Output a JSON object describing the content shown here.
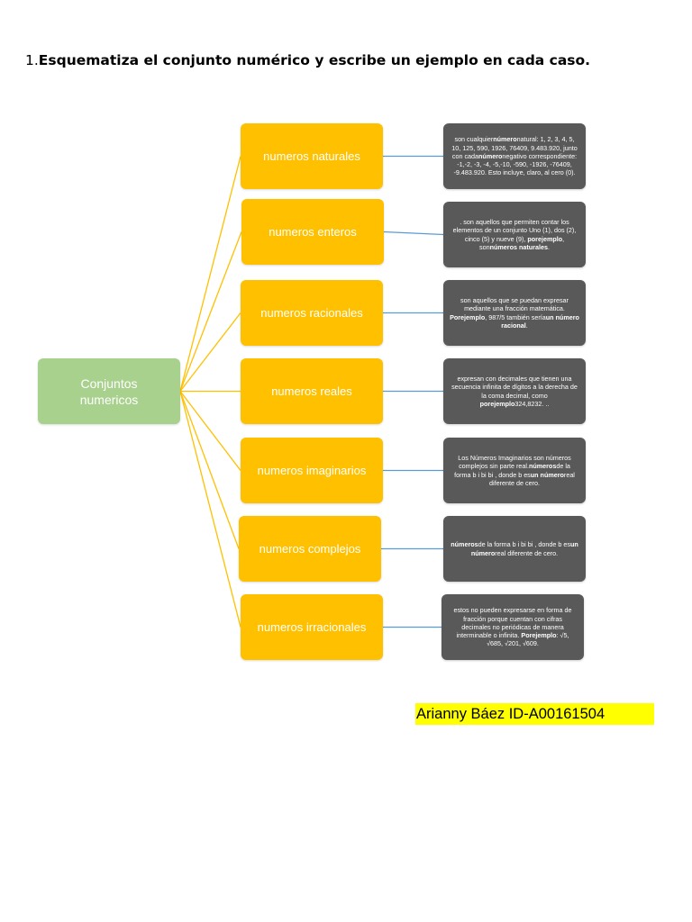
{
  "heading": {
    "number": "1.",
    "text": "Esquematiza el conjunto numérico y escribe un ejemplo en cada caso."
  },
  "root": {
    "label": "Conjuntos numericos"
  },
  "nodes": [
    {
      "label": "numeros naturales",
      "desc": [
        {
          "t": "son cualquier"
        },
        {
          "t": "número",
          "b": true
        },
        {
          "t": "natural: 1, 2, 3, 4, 5, 10, 125, 590, 1926, 76409, 9.483.920, junto con cada"
        },
        {
          "t": "número",
          "b": true
        },
        {
          "t": "negativo correspondiente: -1,-2, -3, -4, -5,-10, -590, -1926, -76409, -9.483.920. Esto incluye, claro, al cero (0)."
        }
      ]
    },
    {
      "label": "numeros enteros",
      "desc": [
        {
          "t": ". son aquellos que permiten contar los elementos de un conjunto Uno (1), dos (2), cinco (5) y nueve (9), "
        },
        {
          "t": "porejemplo",
          "b": true
        },
        {
          "t": ", son"
        },
        {
          "t": "números naturales",
          "b": true
        },
        {
          "t": "."
        }
      ]
    },
    {
      "label": "numeros racionales",
      "desc": [
        {
          "t": "son aquellos que se puedan expresar mediante una fracción matemática. "
        },
        {
          "t": "Porejemplo",
          "b": true
        },
        {
          "t": ", 987/5 también sería"
        },
        {
          "t": "un número racional",
          "b": true
        },
        {
          "t": "."
        }
      ]
    },
    {
      "label": "numeros reales",
      "desc": [
        {
          "t": "expresan con decimales que tienen una secuencia infinita de dígitos a la derecha de la coma decimal, como "
        },
        {
          "t": "porejemplo",
          "b": true
        },
        {
          "t": "324,8232. .."
        }
      ]
    },
    {
      "label": "numeros imaginarios",
      "desc": [
        {
          "t": "Los Números Imaginarios son números complejos sin parte real."
        },
        {
          "t": "números",
          "b": true
        },
        {
          "t": "de la forma b i bi bi , donde b es"
        },
        {
          "t": "un número",
          "b": true
        },
        {
          "t": "real diferente de cero."
        }
      ]
    },
    {
      "label": "numeros complejos",
      "desc": [
        {
          "t": "números",
          "b": true
        },
        {
          "t": "de la forma b i bi bi , donde b es"
        },
        {
          "t": "un número",
          "b": true
        },
        {
          "t": "real diferente de cero."
        }
      ]
    },
    {
      "label": "numeros irracionales",
      "desc": [
        {
          "t": "estos no pueden expresarse en forma de fracción porque cuentan con cifras decimales no periódicas de manera interminable o infinita. "
        },
        {
          "t": "Porejemplo",
          "b": true
        },
        {
          "t": ": √5, √685, √201, √609."
        }
      ]
    }
  ],
  "author": {
    "text": "Arianny Báez ID-A00161504"
  },
  "colors": {
    "root": "#a9d18e",
    "node": "#ffc000",
    "desc": "#595959",
    "connector_root": "#ffc000",
    "connector_desc": "#5b9bd5",
    "highlight": "#ffff00"
  }
}
